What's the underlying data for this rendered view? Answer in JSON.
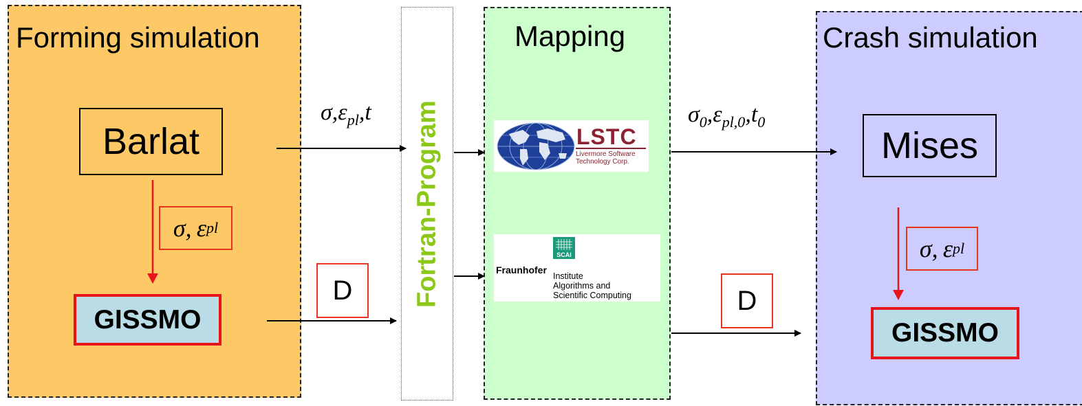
{
  "panels": {
    "forming_title": "Forming simulation",
    "mapping_title": "Mapping",
    "crash_title": "Crash simulation",
    "fortran_label": "Fortran-Program"
  },
  "models": {
    "barlat": "Barlat",
    "mises": "Mises",
    "gissmo_left": "GISSMO",
    "gissmo_right": "GISSMO"
  },
  "damage": {
    "left": "D",
    "right": "D"
  },
  "symbols": {
    "sigma": "σ",
    "epsilon": "ε",
    "t": "t",
    "pl": "pl",
    "zero": "0",
    "pl0": "pl,0",
    "comma": ","
  },
  "logos": {
    "lstc_name": "LSTC",
    "lstc_line1": "Livermore Software",
    "lstc_line2": "Technology Corp.",
    "scai_badge": "SCAI",
    "fraunhofer_name": "Fraunhofer",
    "fraunhofer_line1": "Institute",
    "fraunhofer_line2": "Algorithms and",
    "fraunhofer_line3": "Scientific Computing"
  },
  "colors": {
    "forming_bg": "#fdc966",
    "mapping_bg": "#ccffcc",
    "crash_bg": "#ccccff",
    "gissmo_fill": "#b9dce6",
    "red_accent": "#e8141c",
    "fortran_green": "#8cc81a",
    "lstc_red": "#8b2330",
    "scai_teal": "#1a9a7a"
  }
}
